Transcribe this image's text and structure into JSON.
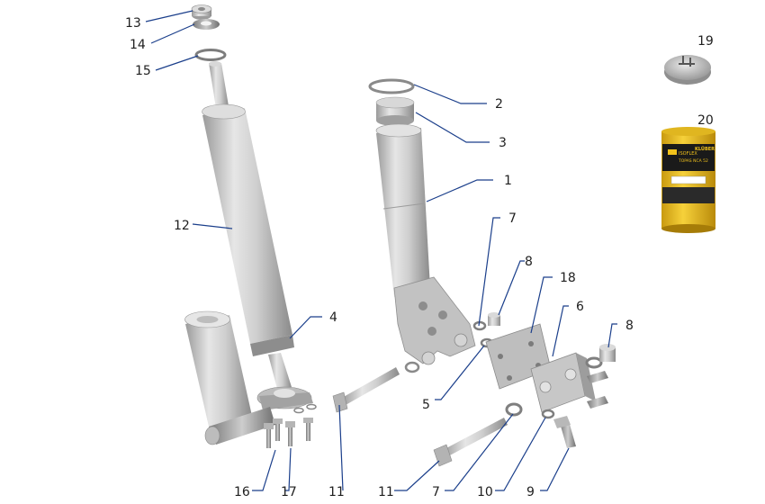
{
  "callouts": {
    "c1": "1",
    "c2": "2",
    "c3": "3",
    "c4": "4",
    "c5": "5",
    "c6": "6",
    "c7a": "7",
    "c7b": "7",
    "c8a": "8",
    "c8b": "8",
    "c9": "9",
    "c10": "10",
    "c11a": "11",
    "c11b": "11",
    "c12": "12",
    "c13": "13",
    "c14": "14",
    "c15": "15",
    "c16": "16",
    "c17": "17",
    "c18": "18",
    "c19": "19",
    "c20": "20"
  },
  "grease_can": {
    "line1": "ISOFLEX",
    "line2": "TOPAS NCA 52",
    "brand": "KLÜBER"
  },
  "colors": {
    "leader": "#1b3f8b",
    "metal": "#c8c8c8",
    "can_yellow": "#f2c21b",
    "can_black": "#1a1a1a"
  }
}
